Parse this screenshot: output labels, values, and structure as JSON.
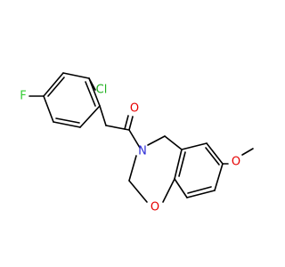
{
  "molecule": {
    "atoms": {
      "F": {
        "symbol": "F",
        "color": "#33cc33"
      },
      "Cl": {
        "symbol": "Cl",
        "color": "#1fb01f"
      },
      "O_carbonyl": {
        "symbol": "O",
        "color": "#e60000"
      },
      "N_ring": {
        "symbol": "N",
        "color": "#2b2bd6"
      },
      "O_methoxy": {
        "symbol": "O",
        "color": "#e60000"
      },
      "O_ring": {
        "symbol": "O",
        "color": "#e60000"
      }
    }
  }
}
